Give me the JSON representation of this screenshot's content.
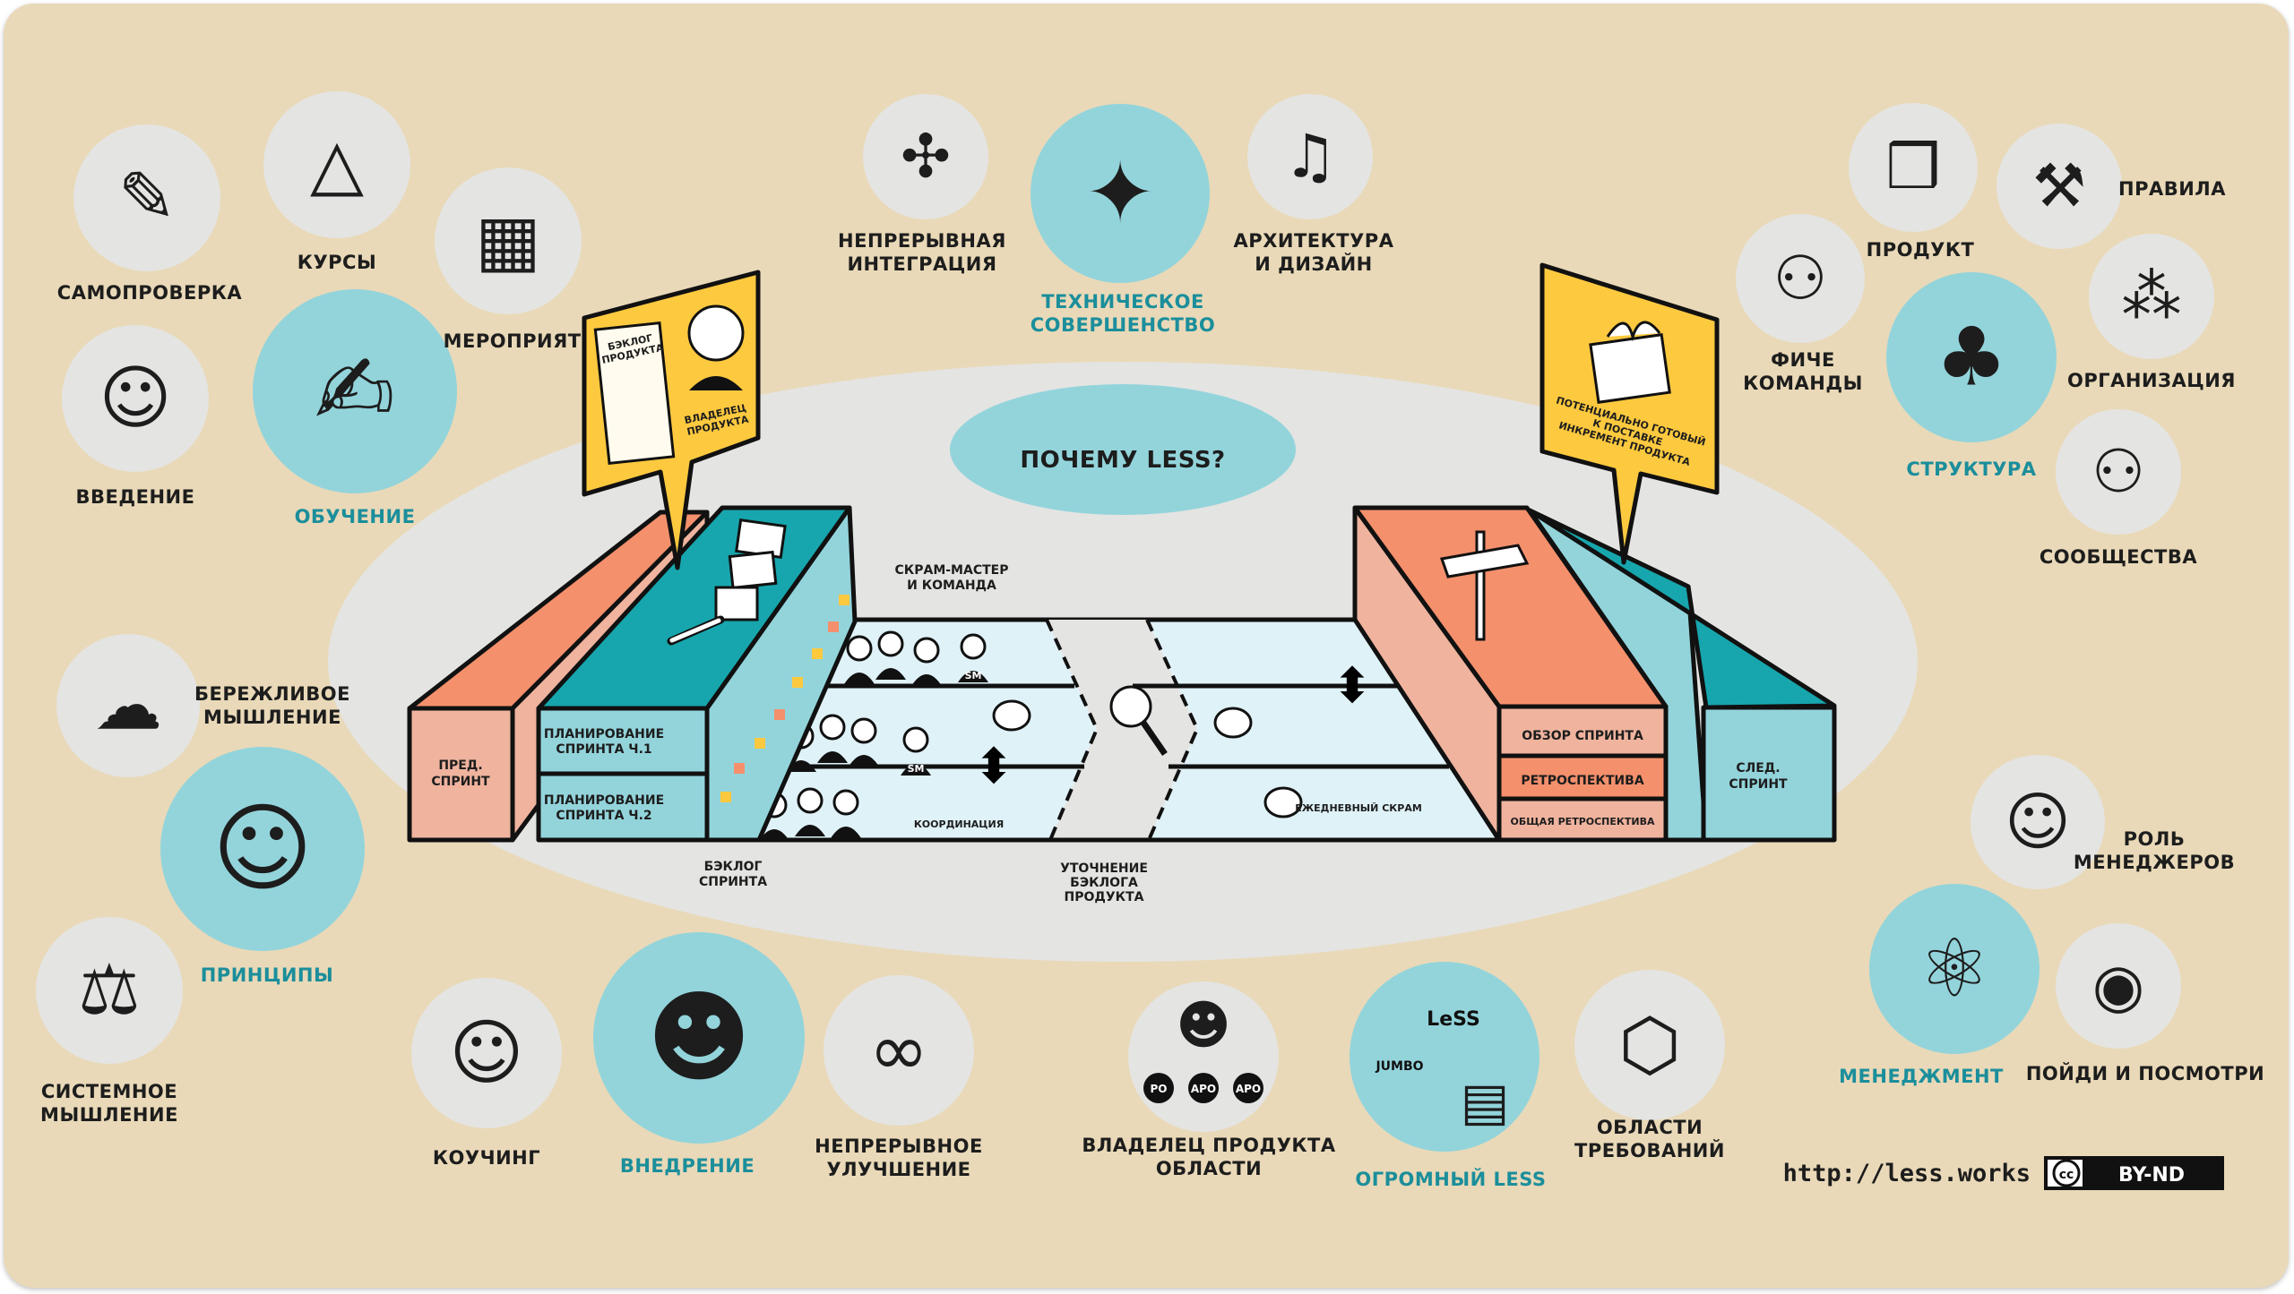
{
  "center_title": "ПОЧЕМУ LESS?",
  "topics": [
    {
      "id": "self_check",
      "label": [
        "САМОПРОВЕРКА"
      ],
      "icon": "clipboard-magnifier-icon",
      "highlight": false
    },
    {
      "id": "courses",
      "label": [
        "КУРСЫ"
      ],
      "icon": "geometric-shapes-icon",
      "highlight": false
    },
    {
      "id": "events",
      "label": [
        "МЕРОПРИЯТИЯ"
      ],
      "icon": "calendar-icon",
      "highlight": false
    },
    {
      "id": "learning",
      "label": [
        "ОБУЧЕНИЕ"
      ],
      "icon": "open-book-icon",
      "highlight": true
    },
    {
      "id": "intro",
      "label": [
        "ВВЕДЕНИЕ"
      ],
      "icon": "conversation-icon",
      "highlight": false
    },
    {
      "id": "lean",
      "label": [
        "БЕРЕЖЛИВОЕ",
        "МЫШЛЕНИЕ"
      ],
      "icon": "boat-rocks-icon",
      "highlight": false
    },
    {
      "id": "principles",
      "label": [
        "ПРИНЦИПЫ"
      ],
      "icon": "person-drawing-icon",
      "highlight": true
    },
    {
      "id": "systems",
      "label": [
        "СИСТЕМНОЕ",
        "МЫШЛЕНИЕ"
      ],
      "icon": "seesaw-icon",
      "highlight": false
    },
    {
      "id": "coaching",
      "label": [
        "КОУЧИНГ"
      ],
      "icon": "two-people-talking-icon",
      "highlight": false
    },
    {
      "id": "adoption",
      "label": [
        "ВНЕДРЕНИЕ"
      ],
      "icon": "team-less-shirts-icon",
      "highlight": true
    },
    {
      "id": "improvement",
      "label": [
        "НЕПРЕРЫВНОЕ",
        "УЛУЧШЕНИЕ"
      ],
      "icon": "infinity-icon",
      "highlight": false
    },
    {
      "id": "area_po",
      "label": [
        "ВЛАДЕЛЕЦ ПРОДУКТА",
        "ОБЛАСТИ"
      ],
      "icon": "product-owners-icon",
      "highlight": false
    },
    {
      "id": "huge",
      "label": [
        "ОГРОМНЫЙ LESS"
      ],
      "icon": "jumbo-less-boxes-icon",
      "highlight": true
    },
    {
      "id": "req_areas",
      "label": [
        "ОБЛАСТИ",
        "ТРЕБОВАНИЙ"
      ],
      "icon": "requirement-areas-icon",
      "highlight": false
    },
    {
      "id": "management",
      "label": [
        "МЕНЕДЖМЕНТ"
      ],
      "icon": "network-people-icon",
      "highlight": true
    },
    {
      "id": "go_see",
      "label": [
        "ПОЙДИ И ПОСМОТРИ"
      ],
      "icon": "eye-icon",
      "highlight": false
    },
    {
      "id": "manager_role",
      "label": [
        "РОЛЬ",
        "МЕНЕДЖЕРОВ"
      ],
      "icon": "manager-juggling-tools-icon",
      "highlight": false
    },
    {
      "id": "communities",
      "label": [
        "СООБЩЕСТВА"
      ],
      "icon": "community-circle-icon",
      "highlight": false
    },
    {
      "id": "structure",
      "label": [
        "СТРУКТУРА"
      ],
      "icon": "tree-icon",
      "highlight": true
    },
    {
      "id": "organization",
      "label": [
        "ОРГАНИЗАЦИЯ"
      ],
      "icon": "org-chart-icon",
      "highlight": false
    },
    {
      "id": "rules",
      "label": [
        "ПРАВИЛА"
      ],
      "icon": "gavel-icon",
      "highlight": false
    },
    {
      "id": "product",
      "label": [
        "ПРОДУКТ"
      ],
      "icon": "gift-box-icon",
      "highlight": false
    },
    {
      "id": "feature_teams",
      "label": [
        "ФИЧЕ",
        "КОМАНДЫ"
      ],
      "icon": "people-passing-gift-icon",
      "highlight": false
    },
    {
      "id": "architecture",
      "label": [
        "АРХИТЕКТУРА",
        "И ДИЗАЙН"
      ],
      "icon": "device-icon",
      "highlight": false
    },
    {
      "id": "technical",
      "label": [
        "ТЕХНИЧЕСКОЕ",
        "СОВЕРШЕНСТВО"
      ],
      "icon": "juggling-icon",
      "highlight": true
    },
    {
      "id": "ci",
      "label": [
        "НЕПРЕРЫВНАЯ",
        "ИНТЕГРАЦИЯ"
      ],
      "icon": "puzzle-hands-icon",
      "highlight": false
    }
  ],
  "framework": {
    "prev_sprint": [
      "ПРЕД.",
      "СПРИНТ"
    ],
    "planning1": [
      "ПЛАНИРОВАНИЕ",
      "СПРИНТА Ч.1"
    ],
    "planning2": [
      "ПЛАНИРОВАНИЕ",
      "СПРИНТА Ч.2"
    ],
    "sprint_backlog": [
      "БЭКЛОГ",
      "СПРИНТА"
    ],
    "scrum_master_team": [
      "СКРАМ-МАСТЕР",
      "И КОМАНДА"
    ],
    "coordination": "КООРДИНАЦИЯ",
    "refinement": [
      "УТОЧНЕНИЕ",
      "БЭКЛОГА",
      "ПРОДУКТА"
    ],
    "daily_scrum": "ЕЖЕДНЕВНЫЙ СКРАМ",
    "sprint_review": "ОБЗОР СПРИНТА",
    "retrospective": "РЕТРОСПЕКТИВА",
    "overall_retro": "ОБЩАЯ РЕТРОСПЕКТИВА",
    "next_sprint": [
      "СЛЕД.",
      "СПРИНТ"
    ],
    "sm_badge": "SM",
    "po_bubble": {
      "backlog": [
        "БЭКЛОГ",
        "ПРОДУКТА"
      ],
      "owner": [
        "ВЛАДЕЛЕЦ",
        "ПРОДУКТА"
      ]
    },
    "increment_bubble": [
      "ПОТЕНЦИАЛЬНО ГОТОВЫЙ",
      "К ПОСТАВКЕ",
      "ИНКРЕМЕНТ ПРОДУКТА"
    ]
  },
  "po_badges": [
    "PO",
    "APO",
    "APO"
  ],
  "illustration_text": {
    "less": "LeSS",
    "jumbo": "JUMBO"
  },
  "footer": {
    "url": "http://less.works",
    "cc": "cc",
    "license": "BY-ND"
  },
  "colors": {
    "background": "#e9d9b8",
    "teal": "#93d4db",
    "dark_teal": "#17a6ad",
    "orange": "#f4906c",
    "salmon": "#efb39e",
    "yellow": "#fdc93f",
    "gray": "#e4e4e2",
    "lane": "#dff2f8"
  }
}
